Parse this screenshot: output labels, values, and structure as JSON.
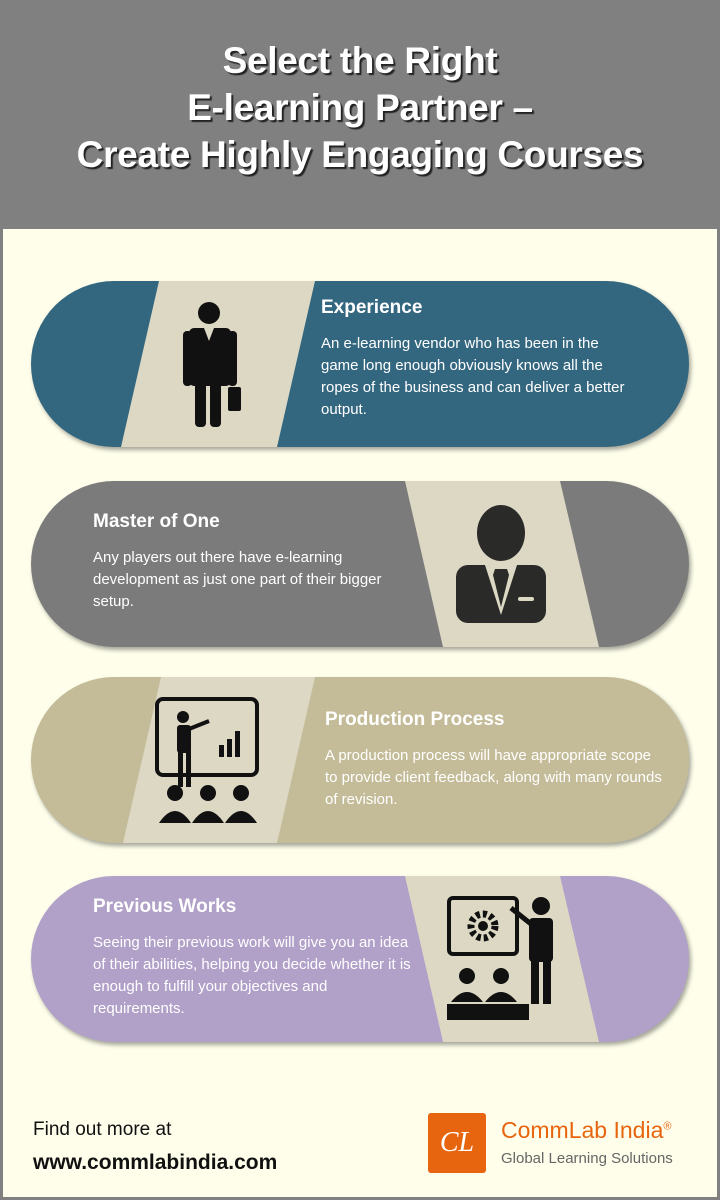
{
  "title": {
    "line1": "Select the Right",
    "line2": "E-learning Partner –",
    "line3": "Create Highly Engaging Courses"
  },
  "sections": [
    {
      "heading": "Experience",
      "body": "An e-learning vendor who has been in the game long enough obviously knows all the ropes of the business and can deliver a better output.",
      "color": "#33667f",
      "icon": "businessman-briefcase-icon"
    },
    {
      "heading": "Master of One",
      "body": "Any players out there have e-learning development as just one part of their bigger setup.",
      "color": "#7b7b7b",
      "icon": "business-person-icon"
    },
    {
      "heading": "Production Process",
      "body": "A production process will have appropriate scope to provide client feedback, along with many rounds of revision.",
      "color": "#c4bc98",
      "icon": "presentation-audience-icon"
    },
    {
      "heading": "Previous Works",
      "body": "Seeing their previous work will give you an idea of their abilities, helping you decide whether it is enough to fulfill your objectives and requirements.",
      "color": "#b1a0c8",
      "icon": "presenter-gear-board-icon"
    }
  ],
  "footer": {
    "find_text": "Find out more at",
    "url": "www.commlabindia.com"
  },
  "logo": {
    "mark": "CL",
    "brand": "CommLab India",
    "registered": "®",
    "tagline": "Global Learning Solutions",
    "color": "#e8650f"
  }
}
